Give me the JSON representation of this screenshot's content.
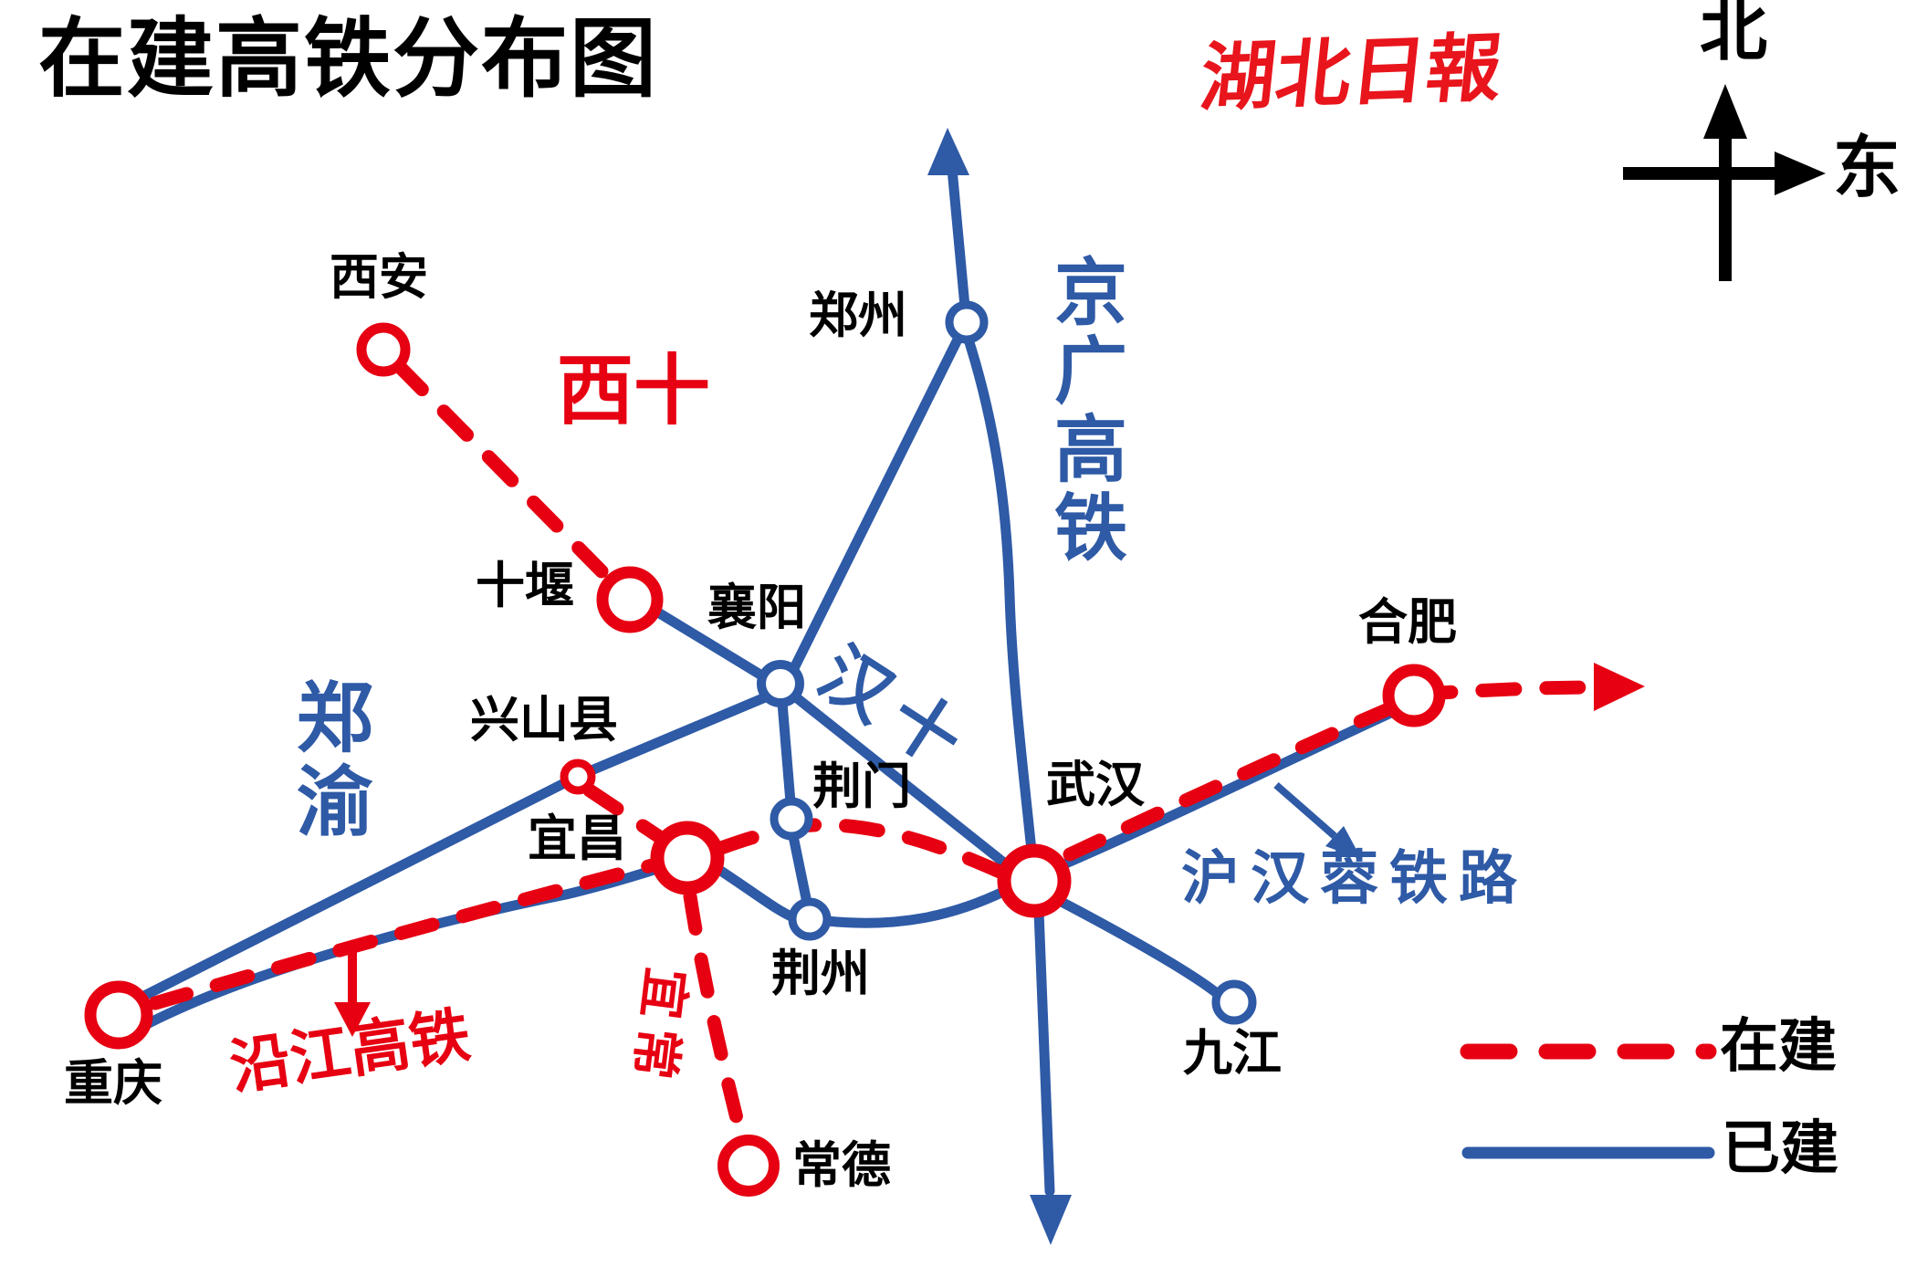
{
  "title": "在建高铁分布图",
  "logo": "湖北日報",
  "compass": {
    "north": "北",
    "east": "东"
  },
  "legend": {
    "under_construction": "在建",
    "built": "已建"
  },
  "colors": {
    "built_blue": "#2e5aa6",
    "under_construction_red": "#e60012",
    "label_black": "#000000",
    "logo_red": "#e8151c"
  },
  "cities": {
    "xian": "西安",
    "zhengzhou": "郑州",
    "shiyan": "十堰",
    "xiangyang": "襄阳",
    "xingshan": "兴山县",
    "yichang": "宜昌",
    "jingmen": "荆门",
    "jingzhou": "荆州",
    "wuhan": "武汉",
    "hefei": "合肥",
    "chongqing": "重庆",
    "jiujiang": "九江",
    "changde": "常德"
  },
  "railways": {
    "xishi": {
      "label": "西十",
      "status": "在建"
    },
    "jingguang": {
      "label": "京广高铁",
      "status": "已建"
    },
    "hanshi": {
      "label": "汉十",
      "status": "已建"
    },
    "zhengyu": {
      "label": "郑渝",
      "status": "已建"
    },
    "huhanrong": {
      "label": "沪汉蓉铁路",
      "status": "已建"
    },
    "yanjiang": {
      "label": "沿江高铁",
      "status": "在建"
    },
    "yichang_changde": {
      "label": "宜常",
      "status": "在建"
    }
  }
}
